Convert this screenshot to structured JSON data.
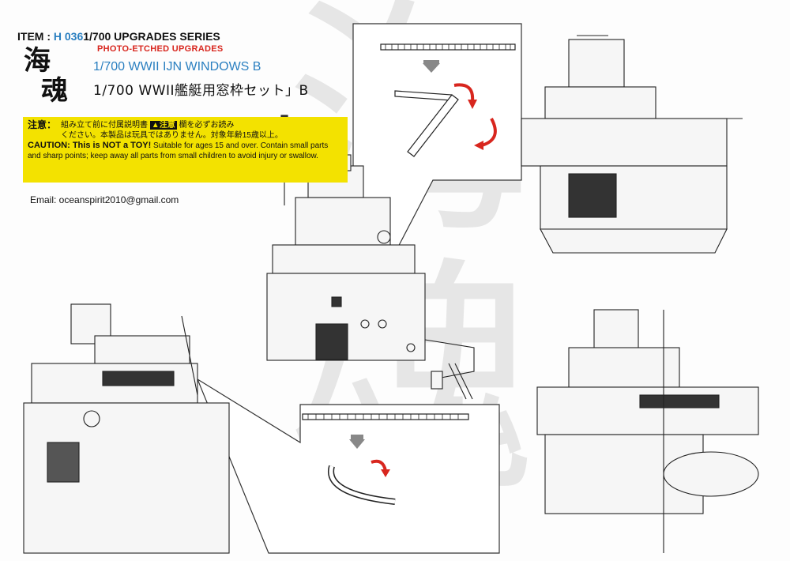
{
  "watermark": "海魂",
  "header": {
    "item_label": "ITEM : ",
    "item_code": "H 036",
    "series": "1/700  UPGRADES SERIES",
    "subtitle": "PHOTO-ETCHED UPGRADES",
    "title_en": "1/700 WWII IJN WINDOWS B",
    "title_jp": "1/700  WWII艦艇用窓枠セット」B"
  },
  "logo": {
    "char1": "海",
    "char2": "魂"
  },
  "caution": {
    "jp_label": "注意：",
    "jp_line1_a": "組み立て前に付属説明書",
    "jp_box": "▲注意",
    "jp_line1_b": "欄を必ずお読み",
    "jp_line2": "ください。本製品は玩具ではありません。対象年齢15歳以上。",
    "en_warning": "CAUTION: This is NOT a TOY!",
    "en_text": "Suitable for ages 15 and over. Contain small parts and sharp points; keep away all parts from small children to avoid injury or swallow."
  },
  "email": "Email: oceanspirit2010@gmail.com",
  "colors": {
    "accent_blue": "#2a7fc0",
    "accent_red": "#d8261e",
    "caution_yellow": "#f3e200"
  }
}
